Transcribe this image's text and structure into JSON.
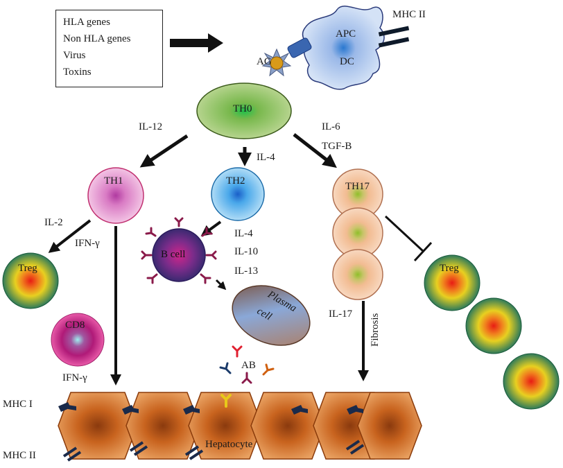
{
  "factors": [
    "HLA genes",
    "Non HLA genes",
    "Virus",
    "Toxins"
  ],
  "cells": {
    "apc": "APC",
    "dc": "DC",
    "th0": "TH0",
    "th1": "TH1",
    "th2": "TH2",
    "th17": "TH17",
    "treg": "Treg",
    "cd8": "CD8",
    "bcell": "B cell",
    "plasma_line1": "Plasma",
    "plasma_line2": "cell",
    "hepatocyte": "Hepatocyte"
  },
  "labels": {
    "ag": "AG",
    "mhc2_top": "MHC II",
    "il12": "IL-12",
    "il4_center": "IL-4",
    "il6": "IL-6",
    "tgfb": "TGF-B",
    "il2": "IL-2",
    "ifn_th1": "IFN-γ",
    "th2_cytokines": [
      "IL-4",
      "IL-10",
      "IL-13"
    ],
    "il17": "IL-17",
    "fibrosis": "Fibrosis",
    "ab": "AB",
    "ifn_cd8": "IFN-γ",
    "mhc1_bottom": "MHC I",
    "mhc2_bottom": "MHC II"
  },
  "colors": {
    "th0": "#6a9b3a",
    "th1": "#d36fb9",
    "th2": "#3aa0e0",
    "th17": "#f0b890",
    "treg_core": "#e8201a",
    "hepatocyte": "#c8601e",
    "bcell": "#6a2a7a",
    "arrow": "#111111"
  }
}
